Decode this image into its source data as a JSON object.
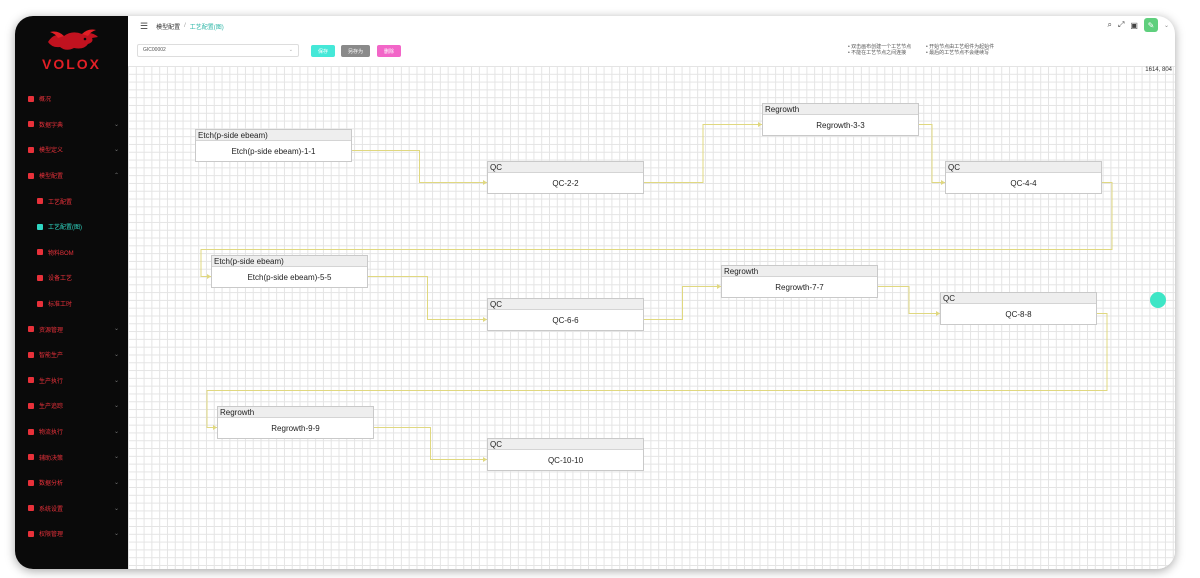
{
  "sidebar": {
    "logo_text": "VOLOX",
    "items": [
      {
        "label": "概况",
        "has_chevron": false
      },
      {
        "label": "数据字典",
        "has_chevron": true
      },
      {
        "label": "模型定义",
        "has_chevron": true
      },
      {
        "label": "模型配置",
        "has_chevron": true,
        "expanded": true
      },
      {
        "label": "工艺配置",
        "sub": true
      },
      {
        "label": "工艺配置(图)",
        "sub": true,
        "active": true
      },
      {
        "label": "物料BOM",
        "sub": true
      },
      {
        "label": "设备工艺",
        "sub": true
      },
      {
        "label": "标准工时",
        "sub": true
      },
      {
        "label": "资源管理",
        "has_chevron": true
      },
      {
        "label": "智能生产",
        "has_chevron": true
      },
      {
        "label": "生产执行",
        "has_chevron": true
      },
      {
        "label": "生产追踪",
        "has_chevron": true
      },
      {
        "label": "物流执行",
        "has_chevron": true
      },
      {
        "label": "辅助决策",
        "has_chevron": true
      },
      {
        "label": "数据分析",
        "has_chevron": true
      },
      {
        "label": "系统设置",
        "has_chevron": true
      },
      {
        "label": "权限管理",
        "has_chevron": true
      }
    ]
  },
  "header": {
    "breadcrumb": [
      "模型配置",
      "工艺配置(图)"
    ]
  },
  "toolbar": {
    "select_value": "GIC00002",
    "buttons": [
      {
        "label": "保存",
        "color": "#45e8d8"
      },
      {
        "label": "另存为",
        "color": "#8a8a8a"
      },
      {
        "label": "删除",
        "color": "#f266c8"
      }
    ],
    "hints_left": [
      "双击画布创建一个工艺节点",
      "不能在工艺节点之间连接"
    ],
    "hints_right": [
      "开始节点由工艺组件为起始件",
      "最后的工艺节点不会继续写"
    ]
  },
  "canvas": {
    "coordinates": "1614, 804",
    "nodes": [
      {
        "id": 1,
        "header": "Etch(p-side ebeam)",
        "label": "Etch(p-side ebeam)-1-1"
      },
      {
        "id": 2,
        "header": "QC",
        "label": "QC-2-2"
      },
      {
        "id": 3,
        "header": "Regrowth",
        "label": "Regrowth-3-3"
      },
      {
        "id": 4,
        "header": "QC",
        "label": "QC-4-4"
      },
      {
        "id": 5,
        "header": "Etch(p-side ebeam)",
        "label": "Etch(p-side ebeam)-5-5"
      },
      {
        "id": 6,
        "header": "QC",
        "label": "QC-6-6"
      },
      {
        "id": 7,
        "header": "Regrowth",
        "label": "Regrowth-7-7"
      },
      {
        "id": 8,
        "header": "QC",
        "label": "QC-8-8"
      },
      {
        "id": 9,
        "header": "Regrowth",
        "label": "Regrowth-9-9"
      },
      {
        "id": 10,
        "header": "QC",
        "label": "QC-10-10"
      }
    ]
  },
  "colors": {
    "accent": "#2fd6c2",
    "menu_text": "#e8313a",
    "link_line": "#e0d880"
  }
}
